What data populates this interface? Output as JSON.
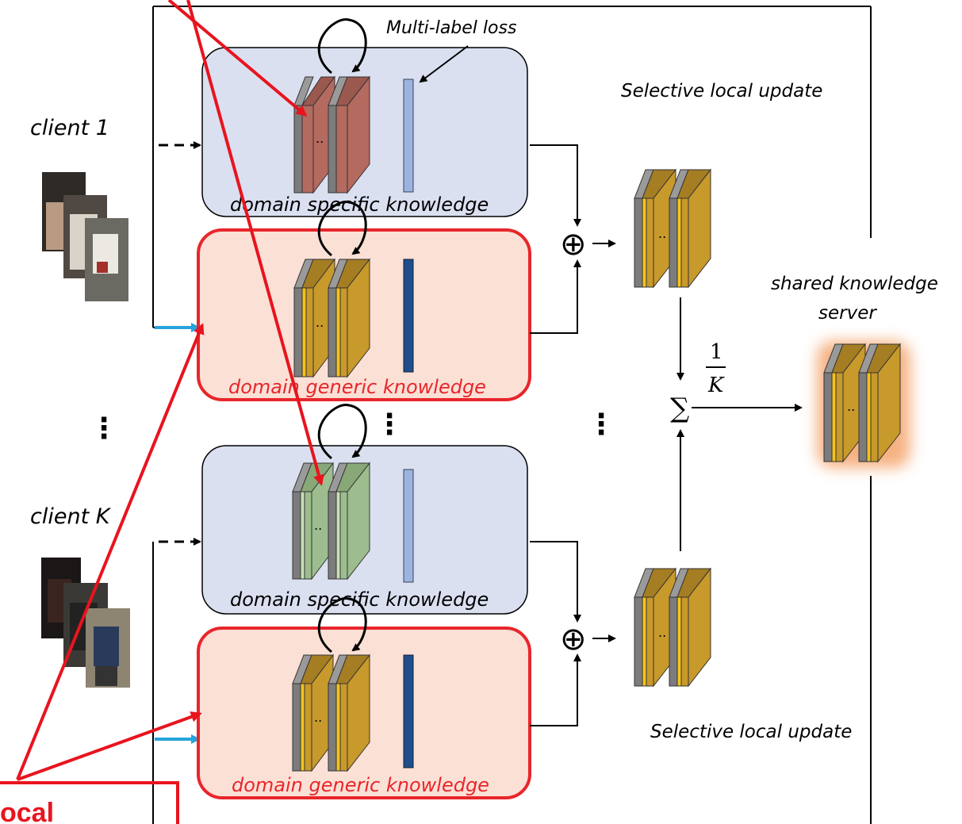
{
  "labels": {
    "client_1": "client 1",
    "client_k": "client K",
    "multi_label_loss": "Multi-label loss",
    "selective_local_update_top": "Selective local update",
    "selective_local_update_bottom": "Selective local update",
    "domain_specific_top": "domain specific knowledge",
    "domain_generic_top": "domain generic knowledge",
    "domain_specific_bottom": "domain specific knowledge",
    "domain_generic_bottom": "domain generic knowledge",
    "shared_knowledge_line1": "shared knowledge",
    "shared_knowledge_line2": "server",
    "fraction_num": "1",
    "fraction_den": "K",
    "sum_symbol": "∑",
    "oplus_symbol": "⊕",
    "ellipsis_dots": "⋮",
    "layer_dots": "..",
    "local_label": "ocal"
  },
  "colors": {
    "specific_box_fill": "#dbe0f1",
    "generic_box_fill": "#fbe0d6",
    "generic_box_border": "#e8262b",
    "annotation_red": "#e8141e",
    "domain_specific_brown": "#b46a5f",
    "domain_specific_green": "#9dbd8f",
    "generic_gold": "#c8992b",
    "gold_stripe": "#f5c31a",
    "grey_spine": "#7c7c7c",
    "light_blue_bar": "#9db3df",
    "dark_blue_bar": "#1f4e8c",
    "blue_arrow": "#27a3dc",
    "server_glow": "#f4a46c"
  },
  "icons": {
    "client_images": "person-image-stack-icon",
    "feedback_loop": "circular-arrow-icon",
    "aggregation": "sum-icon",
    "fusion": "oplus-icon"
  }
}
